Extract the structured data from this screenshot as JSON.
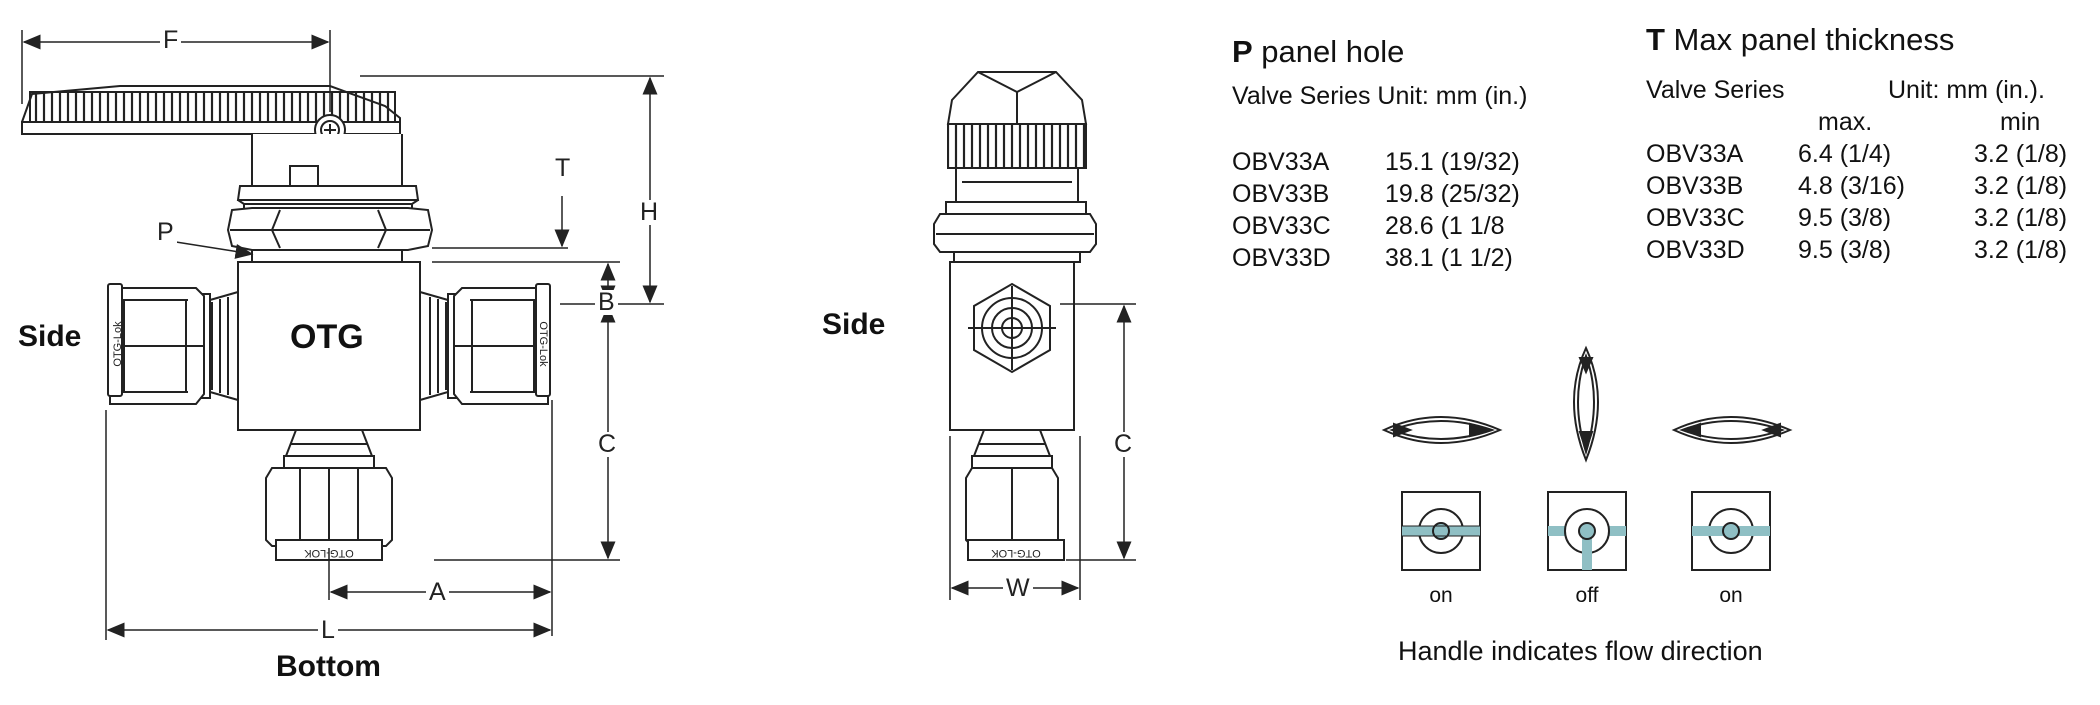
{
  "views": {
    "front_side_label": "Side",
    "bottom_label": "Bottom",
    "right_side_label": "Side"
  },
  "body_brand": "OTG",
  "fitting_brand": "OTG-Lok",
  "fitting_brand_bottom": "OTG-LOK",
  "dimensions": {
    "F": "F",
    "T": "T",
    "H": "H",
    "P": "P",
    "B": "B",
    "C": "C",
    "A": "A",
    "L": "L",
    "W": "W",
    "C2": "C"
  },
  "panel_hole": {
    "title_letter": "P",
    "title_rest": " panel hole",
    "subtitle": "Valve Series Unit: mm (in.)",
    "rows": [
      {
        "series": "OBV33A",
        "value": "15.1 (19/32)"
      },
      {
        "series": "OBV33B",
        "value": "19.8 (25/32)"
      },
      {
        "series": "OBV33C",
        "value": "28.6 (1 1/8"
      },
      {
        "series": "OBV33D",
        "value": "38.1 (1 1/2)"
      }
    ]
  },
  "panel_thickness": {
    "title_letter": "T",
    "title_rest": " Max panel thickness",
    "col_series": "Valve Series",
    "unit": "Unit: mm (in.).",
    "col_max": "max.",
    "col_min": "min",
    "rows": [
      {
        "series": "OBV33A",
        "max": "6.4 (1/4)",
        "min": "3.2 (1/8)"
      },
      {
        "series": "OBV33B",
        "max": "4.8 (3/16)",
        "min": "3.2 (1/8)"
      },
      {
        "series": "OBV33C",
        "max": "9.5 (3/8)",
        "min": "3.2 (1/8)"
      },
      {
        "series": "OBV33D",
        "max": "9.5 (3/8)",
        "min": "3.2 (1/8)"
      }
    ]
  },
  "flow": {
    "positions": [
      {
        "label": "on",
        "handle": "right"
      },
      {
        "label": "off",
        "handle": "down"
      },
      {
        "label": "on",
        "handle": "left"
      }
    ],
    "caption": "Handle indicates flow direction"
  },
  "colors": {
    "line": "#222222",
    "port": "#8fbfc4"
  }
}
